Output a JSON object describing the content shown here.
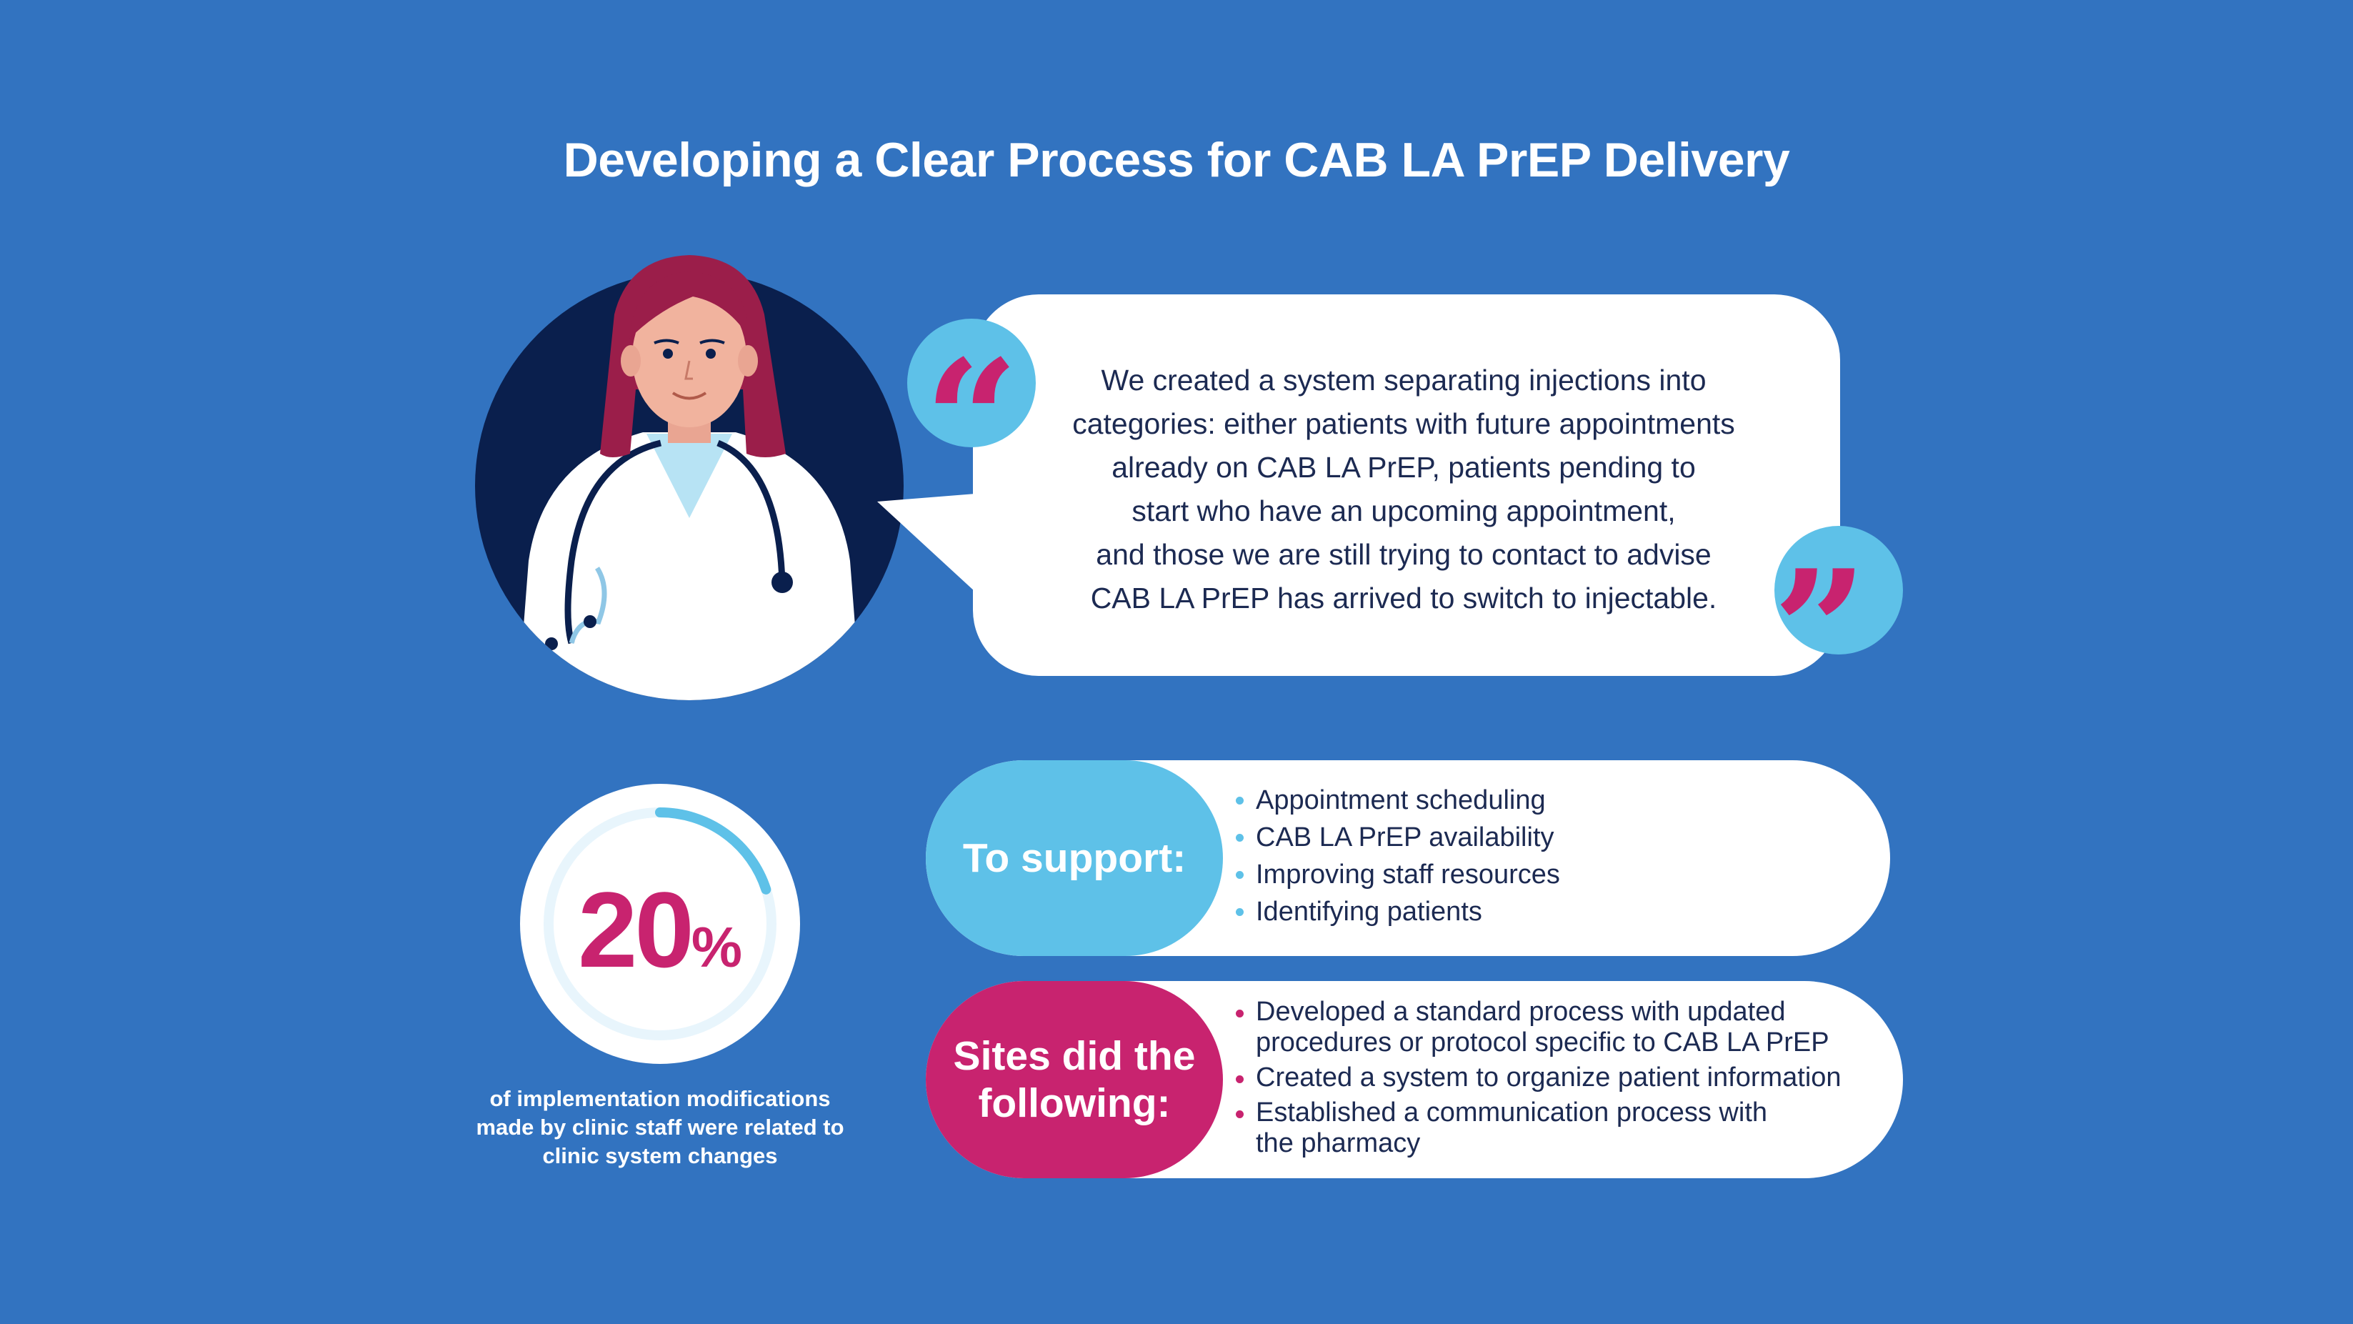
{
  "title": "Developing a Clear Process for CAB LA PrEP Delivery",
  "quote": {
    "lines": [
      "We created a system separating injections into",
      "categories: either patients with future appointments",
      "already on CAB LA PrEP, patients pending to",
      "start who have an upcoming appointment,",
      "and those we are still trying to contact to advise",
      "CAB LA PrEP has arrived to switch to injectable."
    ],
    "open_mark": "“",
    "close_mark": "”"
  },
  "stat": {
    "value": "20",
    "unit": "%",
    "progress_fraction": 0.2,
    "caption_lines": [
      "of implementation modifications",
      "made by clinic staff were related to",
      "clinic system changes"
    ]
  },
  "support": {
    "label": "To support:",
    "items": [
      "Appointment scheduling",
      "CAB LA PrEP availability",
      "Improving staff resources",
      "Identifying patients"
    ]
  },
  "sites": {
    "label_lines": [
      "Sites did the",
      "following:"
    ],
    "items": [
      [
        "Developed a standard process with updated",
        "procedures or protocol specific to CAB LA PrEP"
      ],
      [
        "Created a system to organize patient information"
      ],
      [
        "Established a communication process with",
        "the pharmacy"
      ]
    ]
  },
  "colors": {
    "background": "#3273c0",
    "accent_blue": "#5ec1e8",
    "accent_pink": "#c8236f",
    "navy": "#0a1f4d",
    "text_dark": "#1c2a52"
  },
  "icons": {
    "doctor": "doctor-illustration",
    "open_quote": "open-quote-icon",
    "close_quote": "close-quote-icon"
  }
}
